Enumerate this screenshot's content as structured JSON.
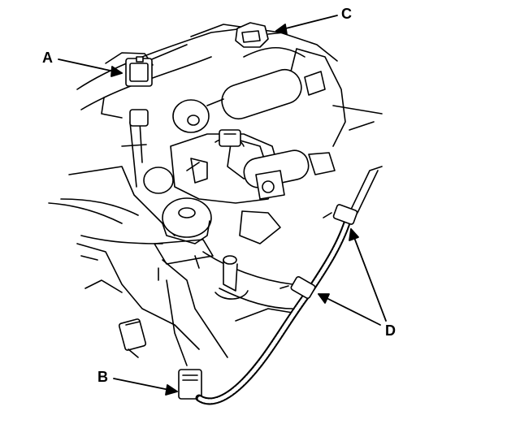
{
  "callouts": {
    "a": "A",
    "b": "B",
    "c": "C",
    "d": "D"
  },
  "colors": {
    "line": "#000000",
    "fill": "#ffffff"
  }
}
